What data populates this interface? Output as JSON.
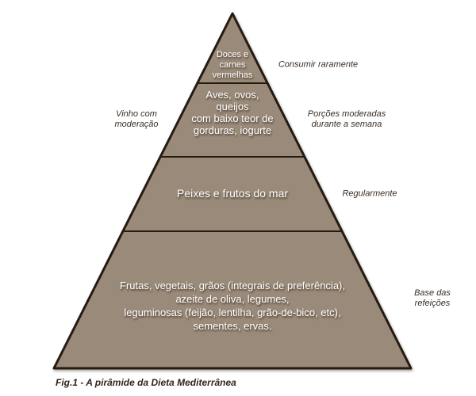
{
  "figure": {
    "caption": "Fig.1 - A pirâmide da Dieta Mediterrânea",
    "pyramid": {
      "tiers": [
        {
          "name": "doces-e-carnes-vermelhas",
          "label": "Doces e\ncarnes\nvermelhas",
          "annotation": "Consumir raramente"
        },
        {
          "name": "aves-ovos-queijos-iogurte",
          "label": "Aves, ovos,\nqueijos\ncom baixo teor de\ngorduras, iogurte",
          "annotation": "Porções moderadas\ndurante a semana",
          "annotation_left": "Vinho com\nmoderação"
        },
        {
          "name": "peixes-e-frutos-do-mar",
          "label": "Peixes e frutos do mar",
          "annotation": "Regularmente"
        },
        {
          "name": "base-frutas-vegetais-graos",
          "label": "Frutas, vegetais, grãos (integrais de preferência),\nazeite de oliva, legumes,\nleguminosas (feijão, lentilha, grão-de-bico, etc),\nsementes, ervas.",
          "annotation": "Base das refeições"
        }
      ]
    },
    "colors": {
      "pyramid_fill": "#9a8a79",
      "pyramid_outline": "#251b11",
      "tier_label_text": "#ffffff",
      "annotation_text": "#3a2d23",
      "background": "#ffffff"
    }
  }
}
